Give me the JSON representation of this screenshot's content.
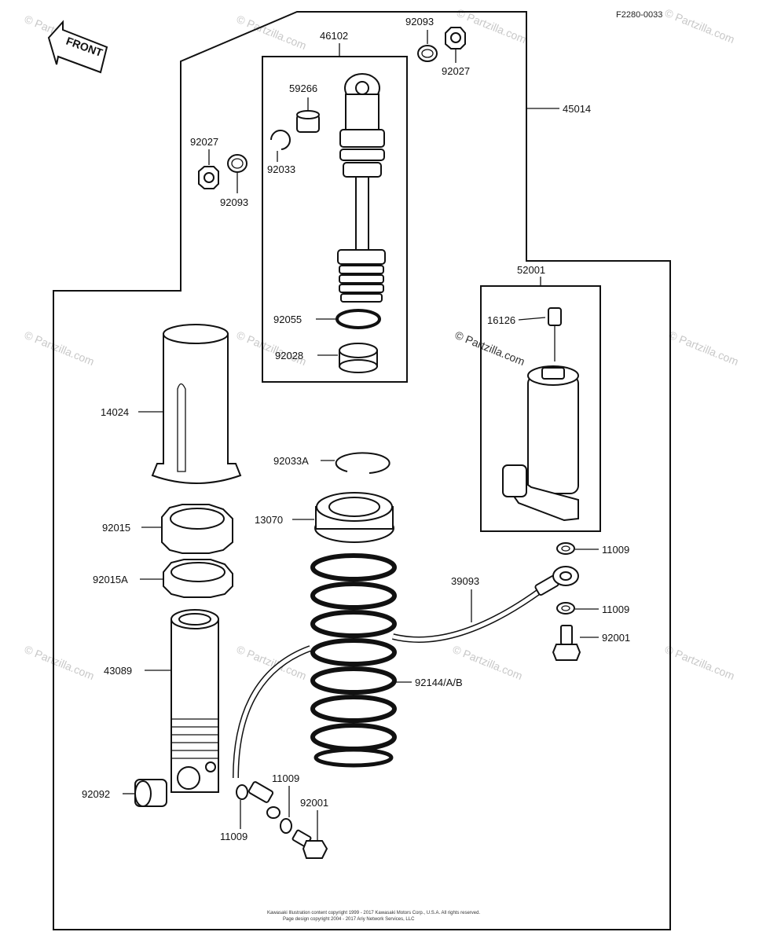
{
  "diagram_code": "F2280-0033",
  "front_label": "FRONT",
  "watermark": "© Partzilla.com",
  "copyright_lines": [
    "Kawasaki Illustration content copyright 1999 - 2017 Kawasaki Motors Corp., U.S.A. All rights reserved.",
    "Page design copyright 2004 - 2017 Ariy Network Services, LLC"
  ],
  "parts": {
    "p46102": "46102",
    "p92093_top": "92093",
    "p92027_top": "92027",
    "p45014": "45014",
    "p59266": "59266",
    "p92027_left": "92027",
    "p92033": "92033",
    "p92093_left": "92093",
    "p92055": "92055",
    "p92028": "92028",
    "p52001": "52001",
    "p16126": "16126",
    "p14024": "14024",
    "p92033A": "92033A",
    "p13070": "13070",
    "p92015": "92015",
    "p92015A": "92015A",
    "p11009_a": "11009",
    "p39093": "39093",
    "p11009_b": "11009",
    "p92001_right": "92001",
    "p43089": "43089",
    "p92144": "92144/A/B",
    "p92092": "92092",
    "p11009_c": "11009",
    "p92001_bottom": "92001",
    "p11009_d": "11009"
  }
}
